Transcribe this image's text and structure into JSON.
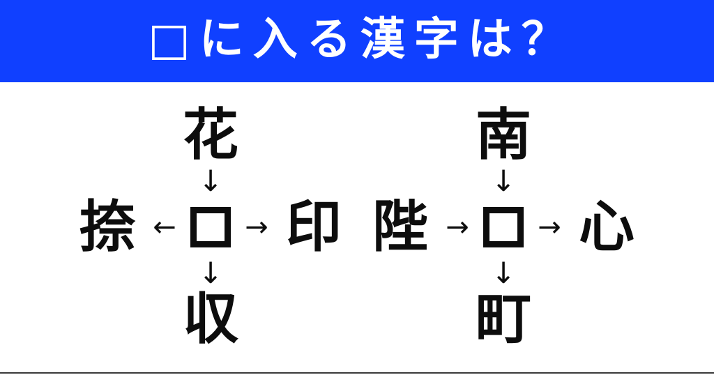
{
  "header": {
    "title": "□に入る漢字は？",
    "background_color": "#1040ff",
    "text_color": "#ffffff"
  },
  "theme": {
    "page_background": "#ffffff",
    "ink_color": "#0d0d0d",
    "rule_color": "#3a3a3a"
  },
  "puzzles": [
    {
      "id": "puzzle-left",
      "top": {
        "char": "花",
        "arrow": "↓",
        "direction": "down-into-center"
      },
      "left": {
        "char": "捺",
        "arrow": "←",
        "direction": "center-to-left"
      },
      "center": {
        "char": "□",
        "is_blank": true
      },
      "right": {
        "char": "印",
        "arrow": "→",
        "direction": "center-to-right"
      },
      "bottom": {
        "char": "収",
        "arrow": "↓",
        "direction": "center-to-down"
      }
    },
    {
      "id": "puzzle-right",
      "top": {
        "char": "南",
        "arrow": "↓",
        "direction": "down-into-center"
      },
      "left": {
        "char": "陛",
        "arrow": "→",
        "direction": "left-to-center"
      },
      "center": {
        "char": "□",
        "is_blank": true
      },
      "right": {
        "char": "心",
        "arrow": "→",
        "direction": "center-to-right"
      },
      "bottom": {
        "char": "町",
        "arrow": "↓",
        "direction": "center-to-down"
      }
    }
  ]
}
